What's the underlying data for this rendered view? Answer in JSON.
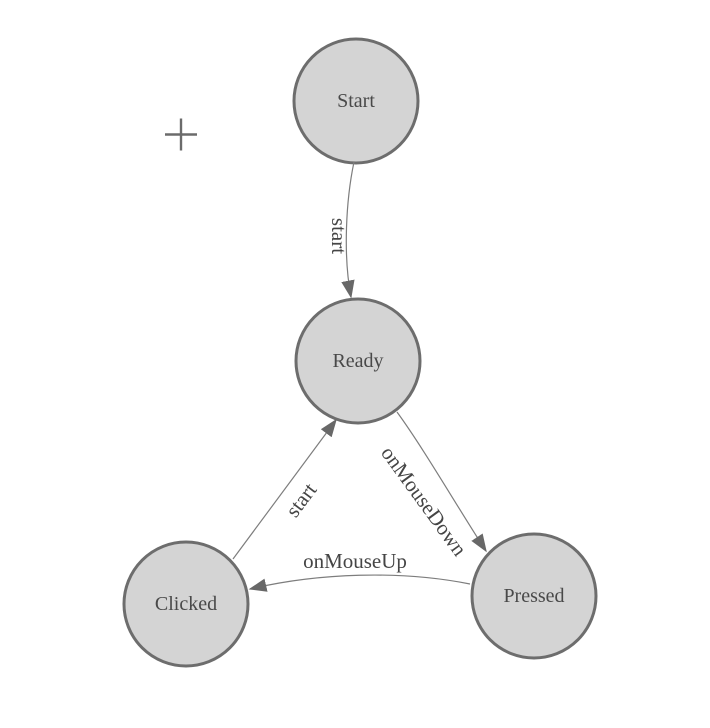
{
  "diagram": {
    "kind": "finite-state-machine",
    "nodes": [
      {
        "id": "start",
        "label": "Start"
      },
      {
        "id": "ready",
        "label": "Ready"
      },
      {
        "id": "clicked",
        "label": "Clicked"
      },
      {
        "id": "pressed",
        "label": "Pressed"
      }
    ],
    "edges": [
      {
        "id": "start-to-ready",
        "from": "start",
        "to": "ready",
        "label": "start"
      },
      {
        "id": "ready-to-pressed",
        "from": "ready",
        "to": "pressed",
        "label": "onMouseDown"
      },
      {
        "id": "pressed-to-clicked",
        "from": "pressed",
        "to": "clicked",
        "label": "onMouseUp"
      },
      {
        "id": "clicked-to-ready",
        "from": "clicked",
        "to": "ready",
        "label": "start"
      }
    ],
    "icons": {
      "origin_marker": "plus-crosshair"
    },
    "colors": {
      "background": "#ffffff",
      "node_fill": "#d4d4d4",
      "node_stroke": "#6d6d6d",
      "node_text": "#494949",
      "edge_stroke": "#7d7d7d",
      "edge_text": "#454545",
      "arrow_fill": "#686868",
      "crosshair": "#6b6b6b"
    }
  }
}
